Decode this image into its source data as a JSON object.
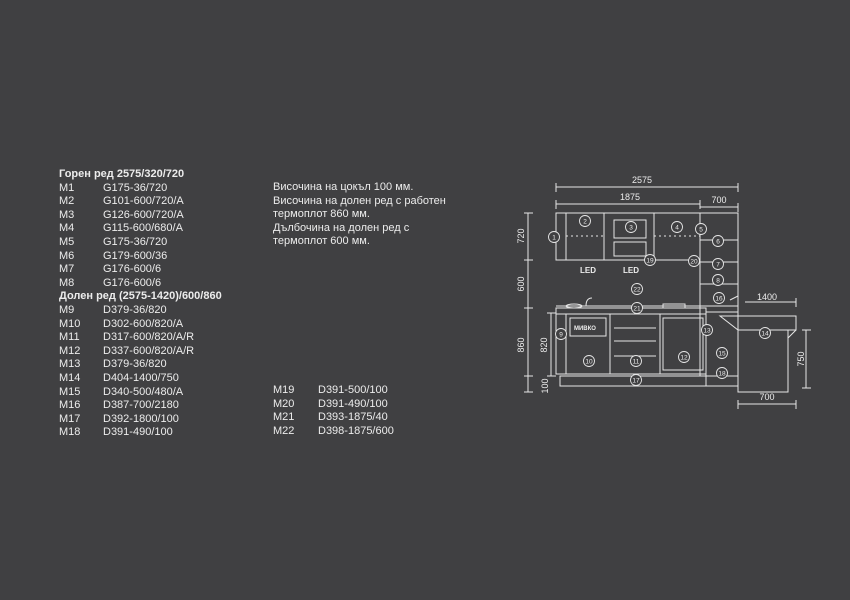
{
  "upper": {
    "heading": "Горен ред 2575/320/720",
    "items": [
      {
        "code": "M1",
        "part": "G175-36/720"
      },
      {
        "code": "M2",
        "part": "G101-600/720/A"
      },
      {
        "code": "M3",
        "part": "G126-600/720/A"
      },
      {
        "code": "M4",
        "part": "G115-600/680/A"
      },
      {
        "code": "M5",
        "part": "G175-36/720"
      },
      {
        "code": "M6",
        "part": "G179-600/36"
      },
      {
        "code": "M7",
        "part": "G176-600/6"
      },
      {
        "code": "M8",
        "part": "G176-600/6"
      }
    ]
  },
  "lower": {
    "heading": "Долен ред (2575-1420)/600/860",
    "items": [
      {
        "code": "M9",
        "part": "D379-36/820"
      },
      {
        "code": "M10",
        "part": "D302-600/820/A"
      },
      {
        "code": "M11",
        "part": "D317-600/820/A/R"
      },
      {
        "code": "M12",
        "part": "D337-600/820/A/R"
      },
      {
        "code": "M13",
        "part": "D379-36/820"
      },
      {
        "code": "M14",
        "part": "D404-1400/750"
      },
      {
        "code": "M15",
        "part": "D340-500/480/A"
      },
      {
        "code": "M16",
        "part": "D387-700/2180"
      },
      {
        "code": "M17",
        "part": "D392-1800/100"
      },
      {
        "code": "M18",
        "part": "D391-490/100"
      }
    ],
    "extra": [
      {
        "code": "M19",
        "part": "D391-500/100"
      },
      {
        "code": "M20",
        "part": "D391-490/100"
      },
      {
        "code": "M21",
        "part": "D393-1875/40"
      },
      {
        "code": "M22",
        "part": "D398-1875/600"
      }
    ]
  },
  "notes": [
    "Височина на цокъл 100 мм.",
    "Височина на долен ред с работен",
    "термоплот 860 мм.",
    "Дълбочина на долен ред с",
    "термоплот 600 мм."
  ],
  "drawing": {
    "dims": {
      "total": "2575",
      "upper_width": "1875",
      "tall_width": "700",
      "corner": "1400",
      "corner_depth": "700",
      "upper_height": "720",
      "gap": "600",
      "lower_height": "860",
      "door_height": "820",
      "plinth": "100",
      "corner_height": "750"
    },
    "led_label": "LED",
    "sink_label": "МИВКО",
    "markers": [
      "1",
      "2",
      "3",
      "4",
      "5",
      "6",
      "7",
      "8",
      "9",
      "10",
      "11",
      "12",
      "13",
      "14",
      "15",
      "16",
      "17",
      "18",
      "19",
      "20",
      "21",
      "22"
    ]
  },
  "colors": {
    "background": "#404042",
    "line": "#e6e6e6"
  }
}
